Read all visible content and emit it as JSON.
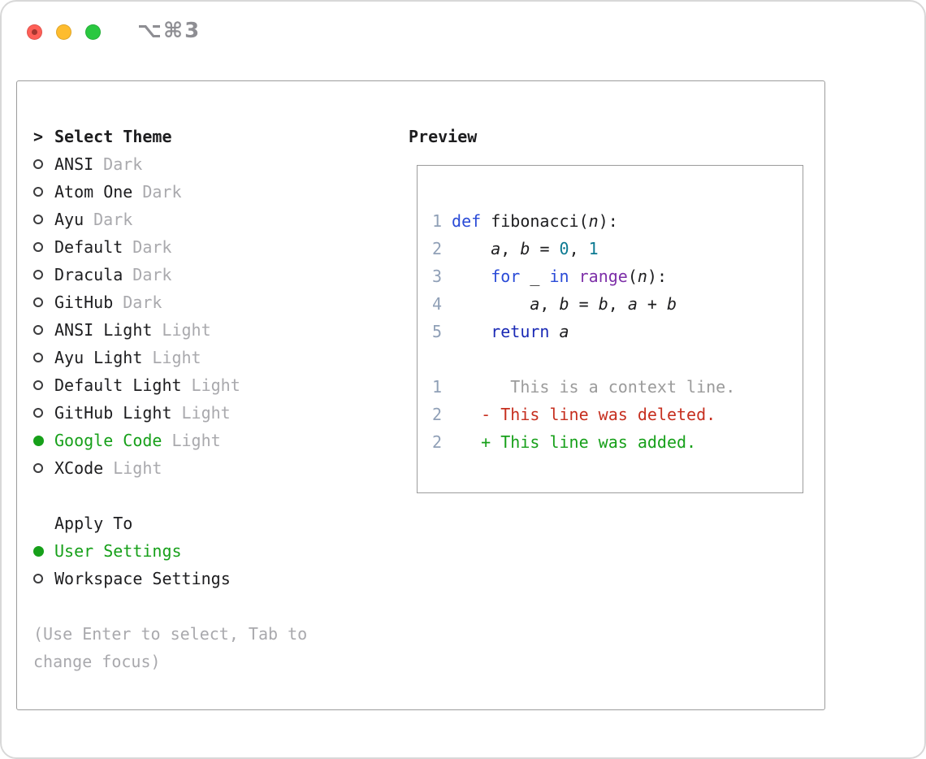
{
  "window": {
    "shortcut": "⌥⌘3"
  },
  "colors": {
    "accent_green": "#17a01a",
    "suffix_gray": "#a9a9ad",
    "hint_gray": "#a9a9ad",
    "keyword_blue": "#2a4bd7",
    "keyword_navy": "#1b2ab5",
    "number_teal": "#0c7a92",
    "builtin_purple": "#7d2fa8",
    "text_dark": "#1d1d1f",
    "line_number": "#90a0b7",
    "diff_context": "#9b9b9b",
    "diff_deleted": "#c62f1f",
    "diff_added": "#17a01a",
    "border_gray": "#9c9c9c",
    "traffic_red": "#ff5f57",
    "traffic_yellow": "#febc2e",
    "traffic_green": "#2ac840",
    "shortcut_gray": "#8e8e93"
  },
  "theme_selector": {
    "cursor": ">",
    "title": "Select Theme",
    "themes": [
      {
        "name": "ANSI",
        "variant": "Dark",
        "selected": false
      },
      {
        "name": "Atom One",
        "variant": "Dark",
        "selected": false
      },
      {
        "name": "Ayu",
        "variant": "Dark",
        "selected": false
      },
      {
        "name": "Default",
        "variant": "Dark",
        "selected": false
      },
      {
        "name": "Dracula",
        "variant": "Dark",
        "selected": false
      },
      {
        "name": "GitHub",
        "variant": "Dark",
        "selected": false
      },
      {
        "name": "ANSI Light",
        "variant": "Light",
        "selected": false
      },
      {
        "name": "Ayu Light",
        "variant": "Light",
        "selected": false
      },
      {
        "name": "Default Light",
        "variant": "Light",
        "selected": false
      },
      {
        "name": "GitHub Light",
        "variant": "Light",
        "selected": false
      },
      {
        "name": "Google Code",
        "variant": "Light",
        "selected": true
      },
      {
        "name": "XCode",
        "variant": "Light",
        "selected": false
      }
    ],
    "apply_to": {
      "title": "Apply To",
      "options": [
        {
          "label": "User Settings",
          "selected": true
        },
        {
          "label": "Workspace Settings",
          "selected": false
        }
      ]
    },
    "hint": {
      "lines": [
        "(Use Enter to select, Tab to",
        "change focus)"
      ]
    }
  },
  "preview": {
    "title": "Preview",
    "code_lines": [
      {
        "num": "1",
        "tokens": [
          {
            "t": "def ",
            "c": "kw"
          },
          {
            "t": "fibonacci(",
            "c": "pl"
          },
          {
            "t": "n",
            "c": "var"
          },
          {
            "t": "):",
            "c": "pl"
          }
        ]
      },
      {
        "num": "2",
        "tokens": [
          {
            "t": "    ",
            "c": "pl"
          },
          {
            "t": "a",
            "c": "var"
          },
          {
            "t": ", ",
            "c": "pl"
          },
          {
            "t": "b",
            "c": "var"
          },
          {
            "t": " = ",
            "c": "pl"
          },
          {
            "t": "0",
            "c": "num"
          },
          {
            "t": ", ",
            "c": "pl"
          },
          {
            "t": "1",
            "c": "num"
          }
        ]
      },
      {
        "num": "3",
        "tokens": [
          {
            "t": "    ",
            "c": "pl"
          },
          {
            "t": "for",
            "c": "kw"
          },
          {
            "t": " _ ",
            "c": "pl"
          },
          {
            "t": "in",
            "c": "kw"
          },
          {
            "t": " ",
            "c": "pl"
          },
          {
            "t": "range",
            "c": "builtin"
          },
          {
            "t": "(",
            "c": "pl"
          },
          {
            "t": "n",
            "c": "var"
          },
          {
            "t": "):",
            "c": "pl"
          }
        ]
      },
      {
        "num": "4",
        "tokens": [
          {
            "t": "        ",
            "c": "pl"
          },
          {
            "t": "a",
            "c": "var"
          },
          {
            "t": ", ",
            "c": "pl"
          },
          {
            "t": "b",
            "c": "var"
          },
          {
            "t": " = ",
            "c": "pl"
          },
          {
            "t": "b",
            "c": "var"
          },
          {
            "t": ", ",
            "c": "pl"
          },
          {
            "t": "a",
            "c": "var"
          },
          {
            "t": " + ",
            "c": "pl"
          },
          {
            "t": "b",
            "c": "var"
          }
        ]
      },
      {
        "num": "5",
        "tokens": [
          {
            "t": "    ",
            "c": "pl"
          },
          {
            "t": "return",
            "c": "kw2"
          },
          {
            "t": " ",
            "c": "pl"
          },
          {
            "t": "a",
            "c": "var"
          }
        ]
      }
    ],
    "diff_lines": [
      {
        "num": "1",
        "text": "      This is a context line.",
        "type": "context"
      },
      {
        "num": "2",
        "text": "   - This line was deleted.",
        "type": "deleted"
      },
      {
        "num": "2",
        "text": "   + This line was added.",
        "type": "added"
      }
    ]
  }
}
